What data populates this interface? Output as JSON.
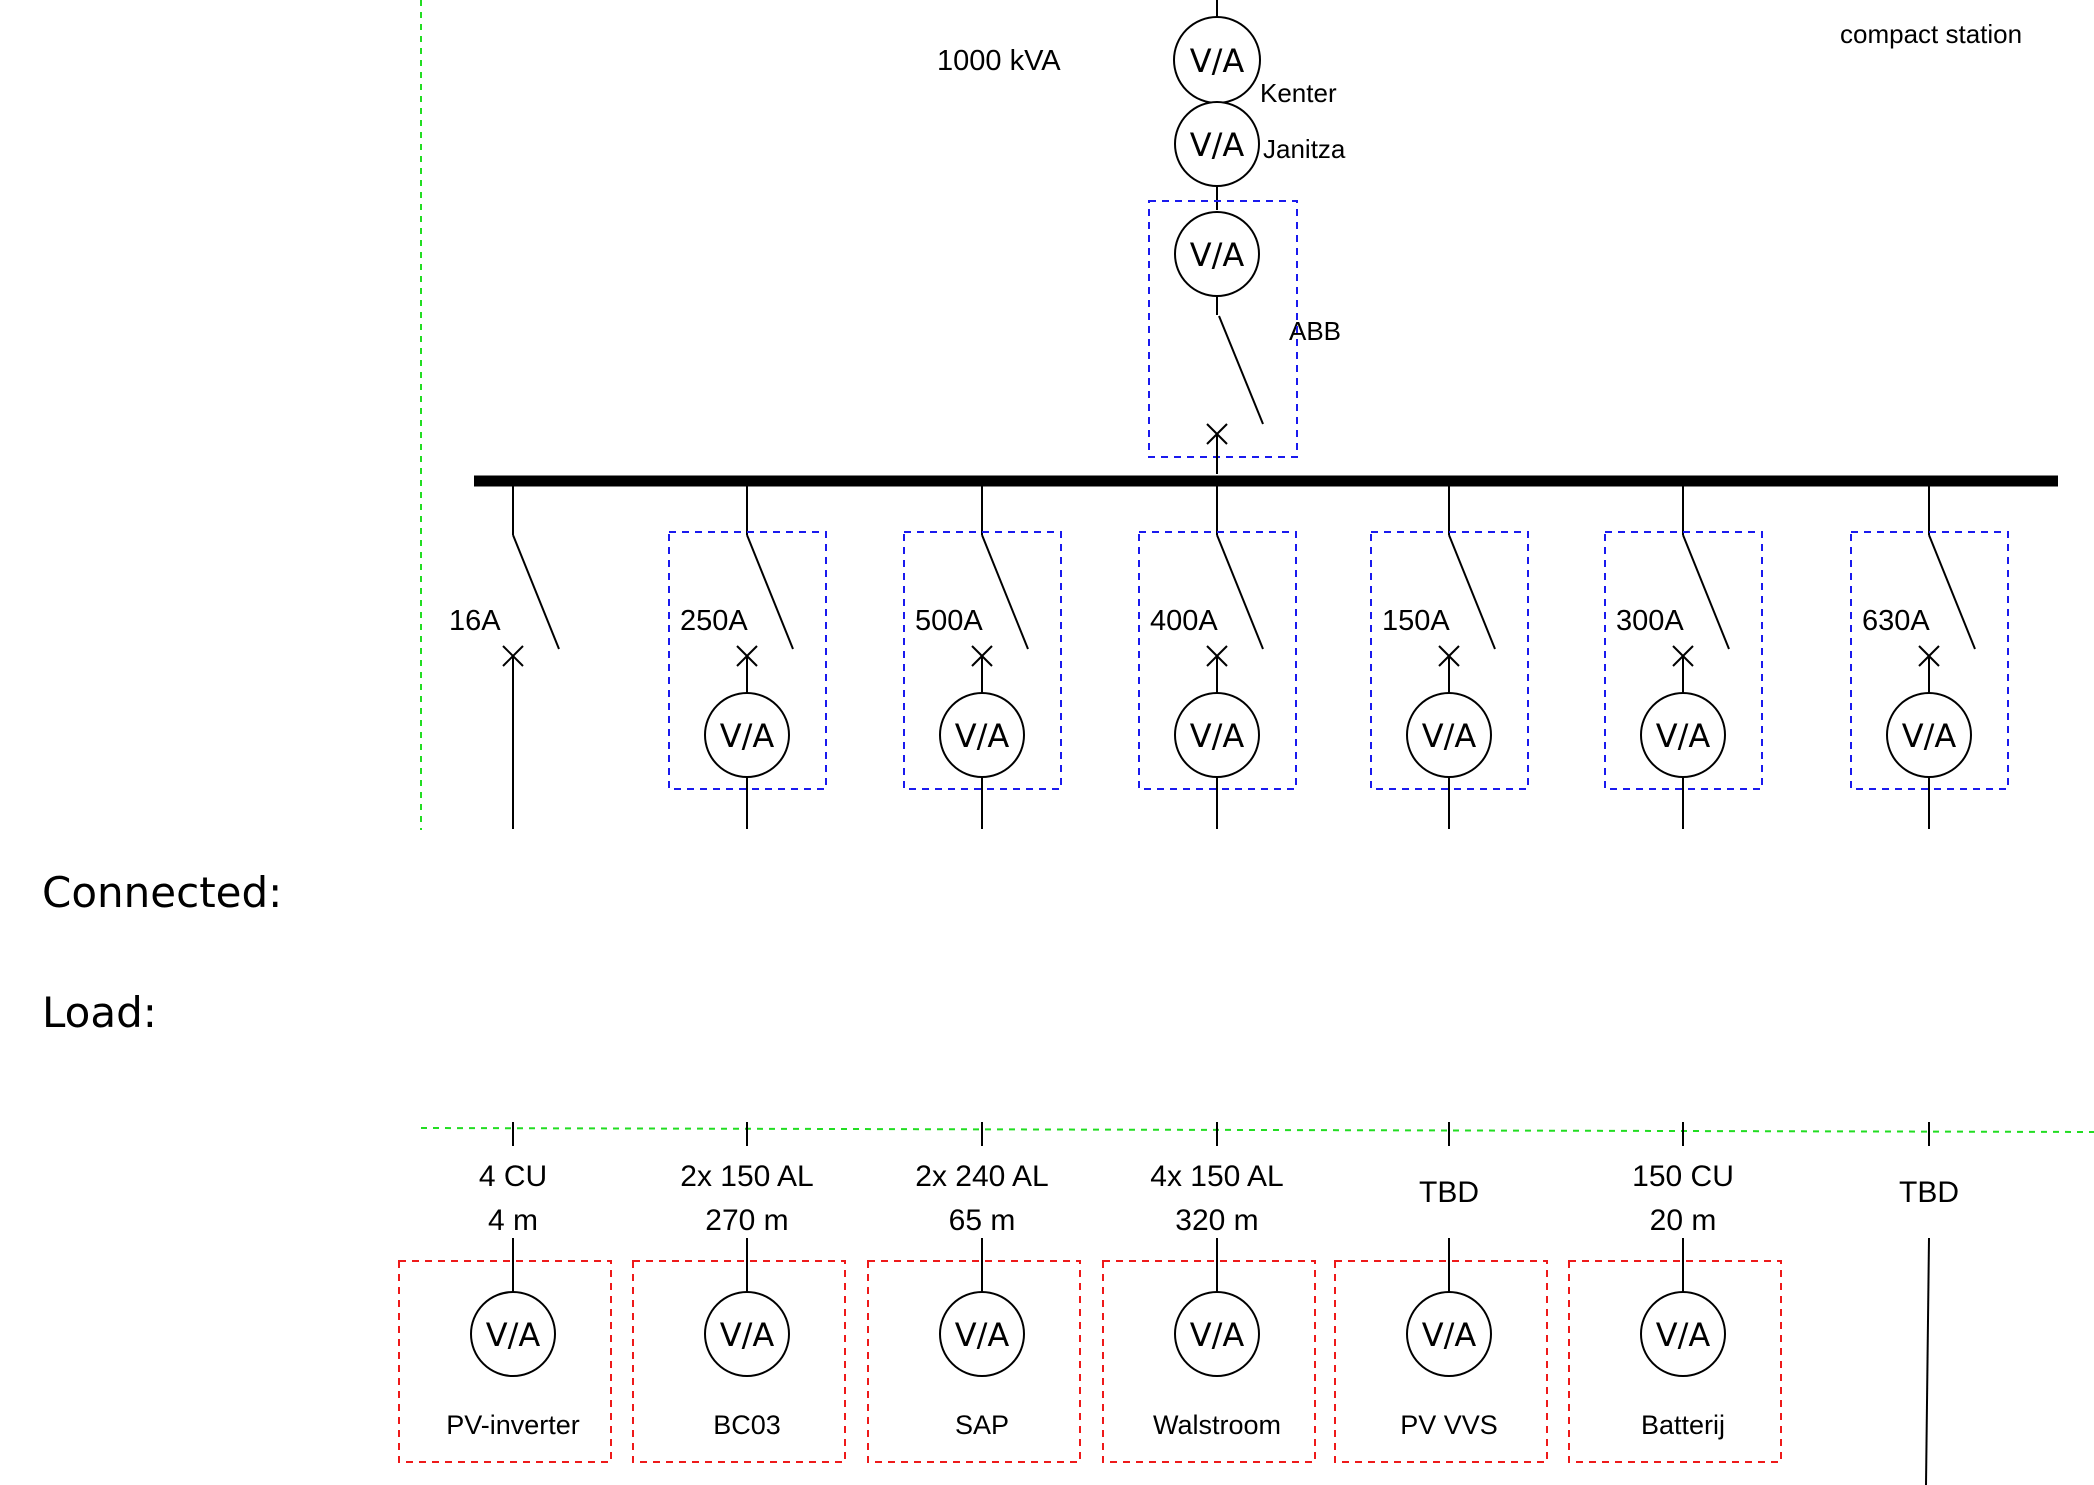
{
  "header": {
    "title": "compact station",
    "transformer_rating": "1000 kVA",
    "meter_kenter": "Kenter",
    "meter_janitza": "Janitza",
    "breaker_brand": "ABB"
  },
  "meter_symbol": "V/A",
  "feeders": [
    {
      "rating": "16A",
      "cable": "4 CU",
      "length": "4 m",
      "load": "PV-inverter",
      "has_panel_meter": false,
      "has_load_meter": true
    },
    {
      "rating": "250A",
      "cable": "2x 150 AL",
      "length": "270 m",
      "load": "BC03",
      "has_panel_meter": true,
      "has_load_meter": true
    },
    {
      "rating": "500A",
      "cable": "2x 240 AL",
      "length": "65 m",
      "load": "SAP",
      "has_panel_meter": true,
      "has_load_meter": true
    },
    {
      "rating": "400A",
      "cable": "4x 150 AL",
      "length": "320 m",
      "load": "Walstroom",
      "has_panel_meter": true,
      "has_load_meter": true
    },
    {
      "rating": "150A",
      "cable": "TBD",
      "length": "",
      "load": "PV VVS",
      "has_panel_meter": true,
      "has_load_meter": true
    },
    {
      "rating": "300A",
      "cable": "150 CU",
      "length": "20 m",
      "load": "Batterij",
      "has_panel_meter": true,
      "has_load_meter": true
    },
    {
      "rating": "630A",
      "cable": "TBD",
      "length": "",
      "load": "",
      "has_panel_meter": true,
      "has_load_meter": false
    }
  ],
  "sections": {
    "connected_label": "Connected:",
    "load_label": "Load:"
  },
  "colors": {
    "station_boundary": "#00ee00",
    "panel_box": "#0000ee",
    "load_box": "#ee0000",
    "line": "#000000"
  }
}
